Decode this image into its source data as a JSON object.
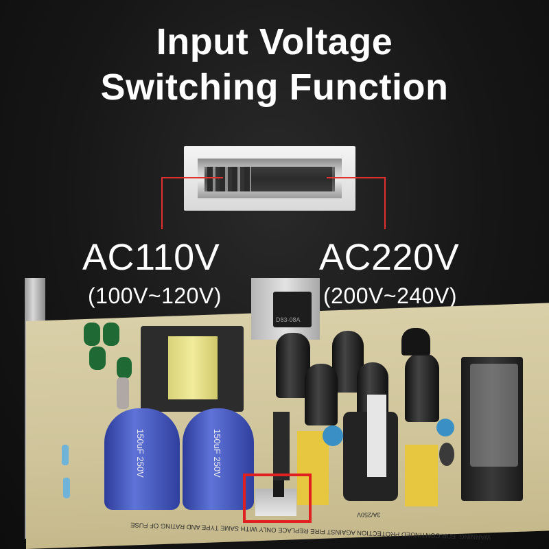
{
  "title": {
    "line1": "Input Voltage",
    "line2": "Switching Function"
  },
  "options": {
    "left": {
      "voltage": "AC110V",
      "range": "(100V~120V)"
    },
    "right": {
      "voltage": "AC220V",
      "range": "(200V~240V)"
    }
  },
  "board": {
    "warning_text": "WARNING: FOR CONTINUED PROTECTION AGAINST FIRE REPLACE ONLY WITH SAME TYPE AND RATING OF FUSE",
    "capacitor_label_left": "150uF 250V",
    "capacitor_label_right": "150uF 250V",
    "bridge_label": "D83-08A",
    "fuse_label": "3A/250V"
  },
  "colors": {
    "highlight": "#e02020",
    "background": "#141414",
    "board": "#cfc49a",
    "capacitor_blue": "#3b4fb8"
  }
}
